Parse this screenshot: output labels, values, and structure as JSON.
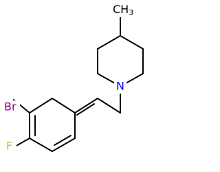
{
  "molecule": {
    "atoms": {
      "nitrogen": {
        "text": "N",
        "color": "#0000ff"
      },
      "bromine": {
        "text": "Br",
        "color": "#8b008b"
      },
      "fluorine": {
        "text": "F",
        "color": "#9acd32"
      },
      "methyl": {
        "text": "CH",
        "subscript": "3",
        "color": "#000000"
      }
    },
    "colors": {
      "bond": "#000000",
      "background": "#ffffff"
    }
  }
}
